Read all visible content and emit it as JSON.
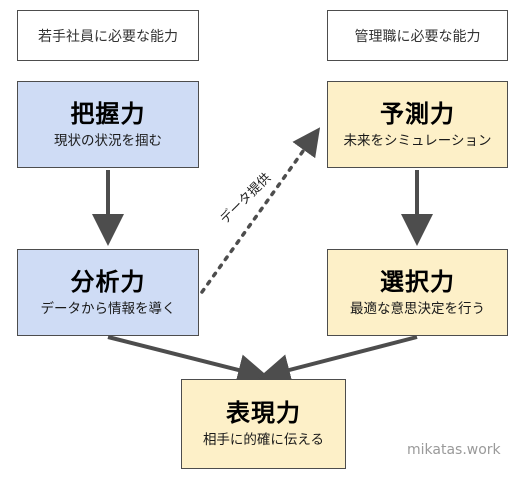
{
  "headers": {
    "left": "若手社員に必要な能力",
    "right": "管理職に必要な能力"
  },
  "nodes": {
    "grasp": {
      "title": "把握力",
      "sub": "現状の状況を掴む"
    },
    "predict": {
      "title": "予測力",
      "sub": "未来をシミュレーション"
    },
    "analyze": {
      "title": "分析力",
      "sub": "データから情報を導く"
    },
    "select": {
      "title": "選択力",
      "sub": "最適な意思決定を行う"
    },
    "express": {
      "title": "表現力",
      "sub": "相手に的確に伝える"
    }
  },
  "edges": {
    "data_label": "データ提供"
  },
  "watermark": "mikatas.work",
  "colors": {
    "blue_fill": "#cfdcf5",
    "yellow_fill": "#fdf0c8",
    "arrow": "#4d4d4d"
  }
}
